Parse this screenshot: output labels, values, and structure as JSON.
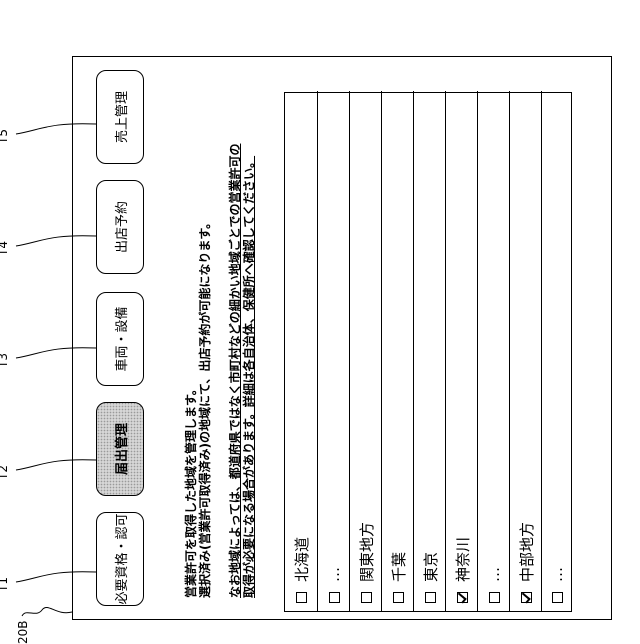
{
  "figure_label": "20B",
  "tab_refs": [
    "T1",
    "T2",
    "T3",
    "T4",
    "T5"
  ],
  "tabs": [
    {
      "label": "必要資格・認可",
      "active": false
    },
    {
      "label": "届出管理",
      "active": true
    },
    {
      "label": "車両・設備",
      "active": false
    },
    {
      "label": "出店予約",
      "active": false
    },
    {
      "label": "売上管理",
      "active": false
    }
  ],
  "message": {
    "line1": "営業許可を取得した地域を管理します。",
    "line2": "選択済み(営業許可取得済み)の地域にて、出店予約が可能になります。",
    "line3": "なお地域によっては、都道府県ではなく市町村などの細かい地域ごとでの営業許可の",
    "line4": "取得が必要になる場合があります。詳細は各自治体、保健所へ確認してください。"
  },
  "regions": [
    {
      "label": "北海道",
      "checked": false
    },
    {
      "label": "…",
      "checked": false
    },
    {
      "label": "関東地方",
      "checked": false
    },
    {
      "label": "千葉",
      "checked": false
    },
    {
      "label": "東京",
      "checked": false
    },
    {
      "label": "神奈川",
      "checked": true
    },
    {
      "label": "…",
      "checked": false
    },
    {
      "label": "中部地方",
      "checked": true
    },
    {
      "label": "…",
      "checked": false
    }
  ]
}
